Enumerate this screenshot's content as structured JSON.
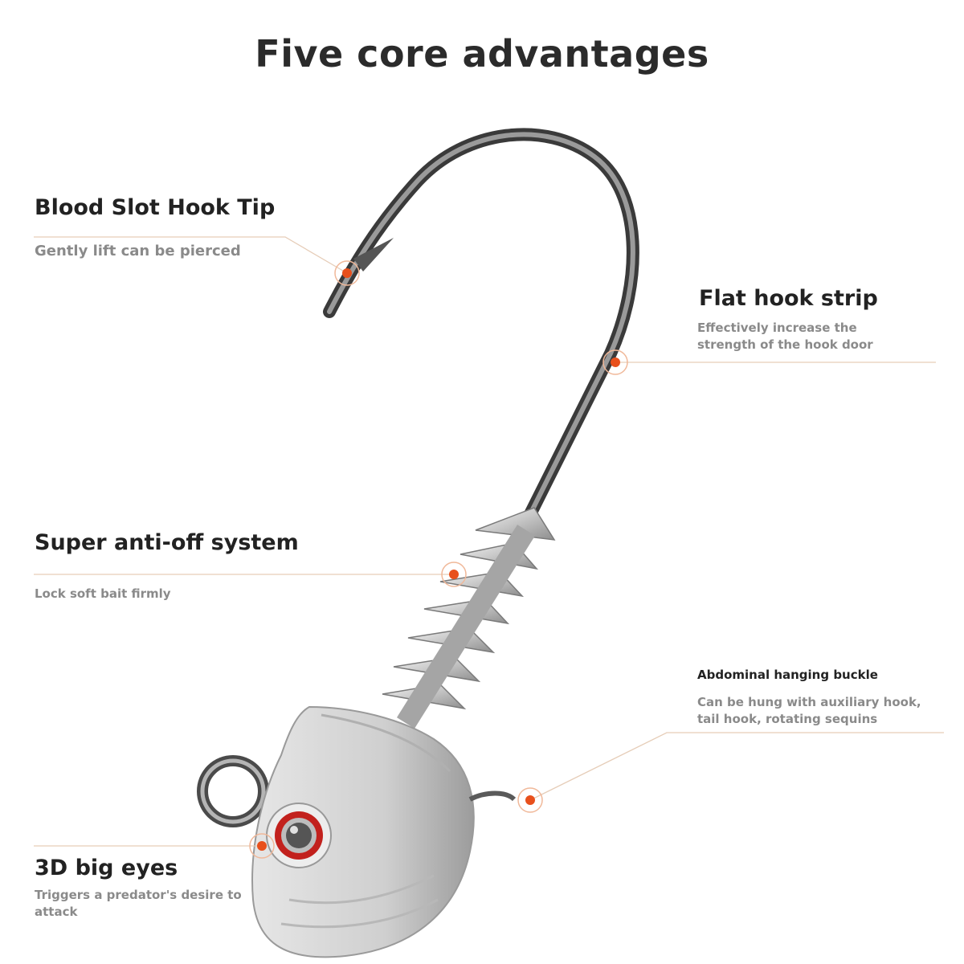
{
  "title": "Five core advantages",
  "features": [
    {
      "title": "Blood Slot Hook Tip",
      "description": "Gently lift can be pierced"
    },
    {
      "title": "Flat hook strip",
      "description": "Effectively increase the\nstrength of the hook door"
    },
    {
      "title": "Super anti-off system",
      "description": "Lock soft bait firmly"
    },
    {
      "title": "Abdominal hanging buckle",
      "description": "Can be hung with auxiliary hook,\ntail hook, rotating sequins"
    },
    {
      "title": "3D big eyes",
      "description": "Triggers a predator's desire to\nattack"
    }
  ],
  "colors": {
    "accent": "#e8501c",
    "leader_line": "#e6cdb8",
    "title": "#2b2b2b",
    "description": "#8a8a8a"
  },
  "image": {
    "subject": "jig-head-fishing-hook"
  }
}
